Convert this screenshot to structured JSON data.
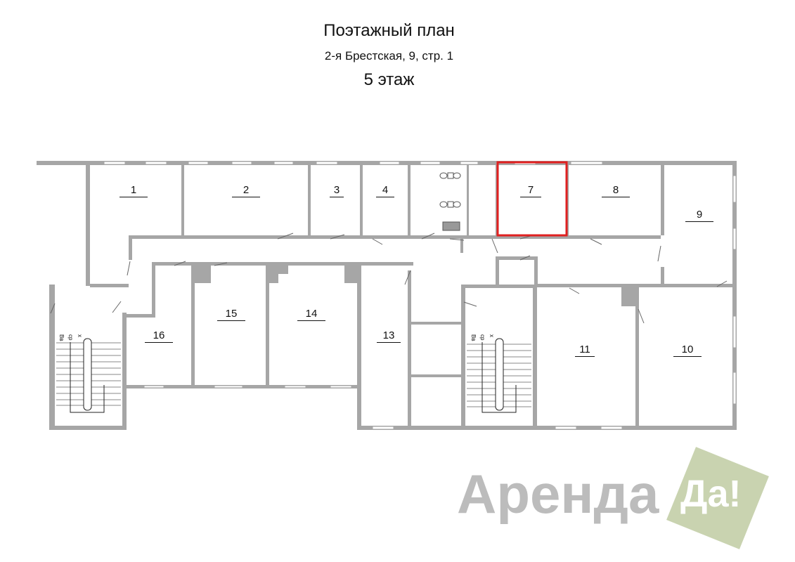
{
  "header": {
    "title": "Поэтажный план",
    "address": "2-я Брестская, 9, стр. 1",
    "floor": "5 этаж"
  },
  "rooms": [
    "1",
    "2",
    "3",
    "4",
    "7",
    "8",
    "9",
    "10",
    "11",
    "13",
    "14",
    "15",
    "16"
  ],
  "highlighted_room": "7",
  "stairs": {
    "labels": [
      "Вв",
      "ср",
      "х"
    ]
  },
  "logo": {
    "text": "Аренда",
    "badge": "Да!"
  },
  "colors": {
    "wall": "#a6a6a6",
    "highlight": "#e02020",
    "logo_gray": "#bcbcbc",
    "logo_green": "#c9d3b0"
  }
}
